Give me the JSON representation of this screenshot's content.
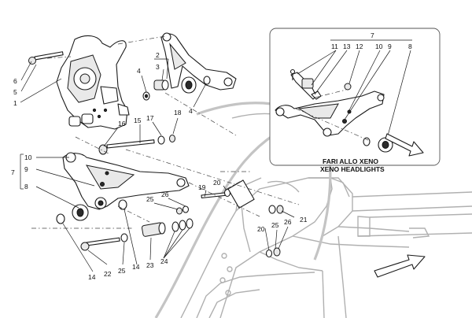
{
  "inset": {
    "caption_it": "FARI ALLO XENO",
    "caption_en": "XENO HEADLIGHTS"
  },
  "callouts": {
    "c1": "1",
    "c2": "2",
    "c3": "3",
    "c4a": "4",
    "c4b": "4",
    "c5": "5",
    "c6": "6",
    "c7": "7",
    "c8": "8",
    "c9": "9",
    "c10": "10",
    "c14a": "14",
    "c14b": "14",
    "c15": "15",
    "c16": "16",
    "c17": "17",
    "c18": "18",
    "c19": "19",
    "c20a": "20",
    "c20b": "20",
    "c21": "21",
    "c22": "22",
    "c23": "23",
    "c24": "24",
    "c25a": "25",
    "c25b": "25",
    "c25c": "25",
    "c26a": "26",
    "c26b": "26",
    "i7": "7",
    "i8": "8",
    "i9": "9",
    "i10": "10",
    "i11": "11",
    "i12": "12",
    "i13": "13"
  },
  "colors": {
    "line": "#1a1a1a",
    "frame": "#b0b0b0",
    "background": "#ffffff"
  },
  "icons": {
    "direction": "direction-arrow-icon"
  }
}
